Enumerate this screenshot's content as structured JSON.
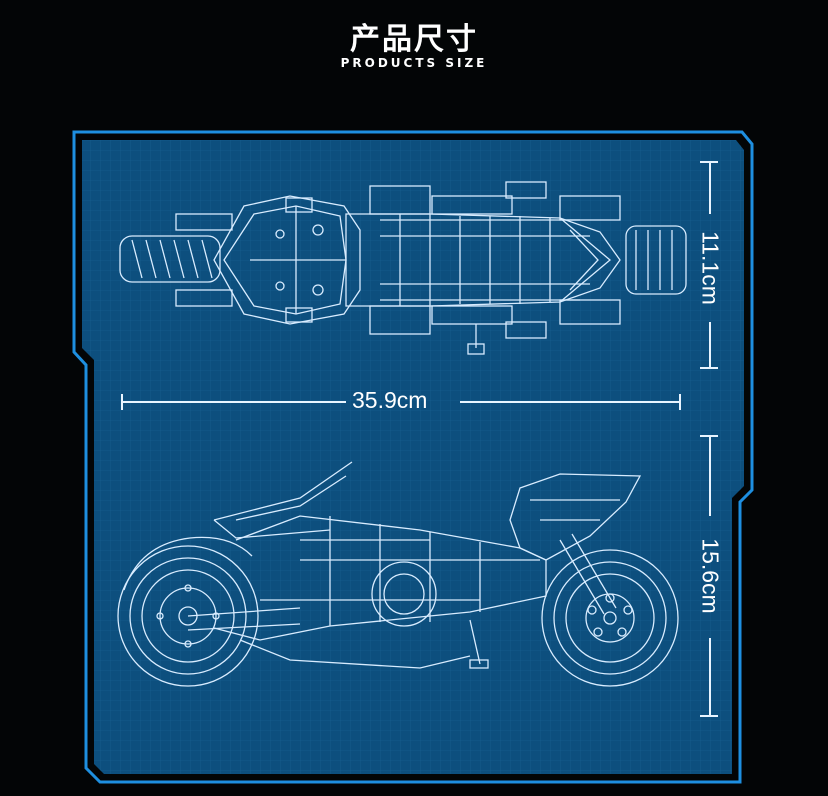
{
  "header": {
    "title": "产品尺寸",
    "subtitle": "PRODUCTS SIZE"
  },
  "dimensions": {
    "width": "35.9cm",
    "height_top_view": "11.1cm",
    "height_side_view": "15.6cm"
  },
  "colors": {
    "background": "#030506",
    "panel_fill": "#0d4f7e",
    "panel_border": "#1e8fe0",
    "line": "#d8ecff",
    "text": "#ffffff"
  }
}
